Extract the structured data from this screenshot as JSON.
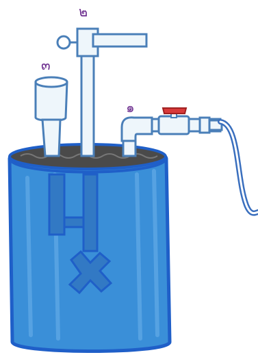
{
  "labels": {
    "part_1": "๑",
    "part_2": "๒",
    "part_3": "๓"
  },
  "colors": {
    "tank_fill": "#3a8fd8",
    "tank_outline": "#1f5fc8",
    "pipe_fill": "#eef6fb",
    "pipe_outline": "#4a7fb8",
    "valve_handle": "#d83a3a",
    "slurry_top": "#4a4a4a",
    "label_color": "#6d2f8f",
    "hose": "#3a6fbe"
  }
}
